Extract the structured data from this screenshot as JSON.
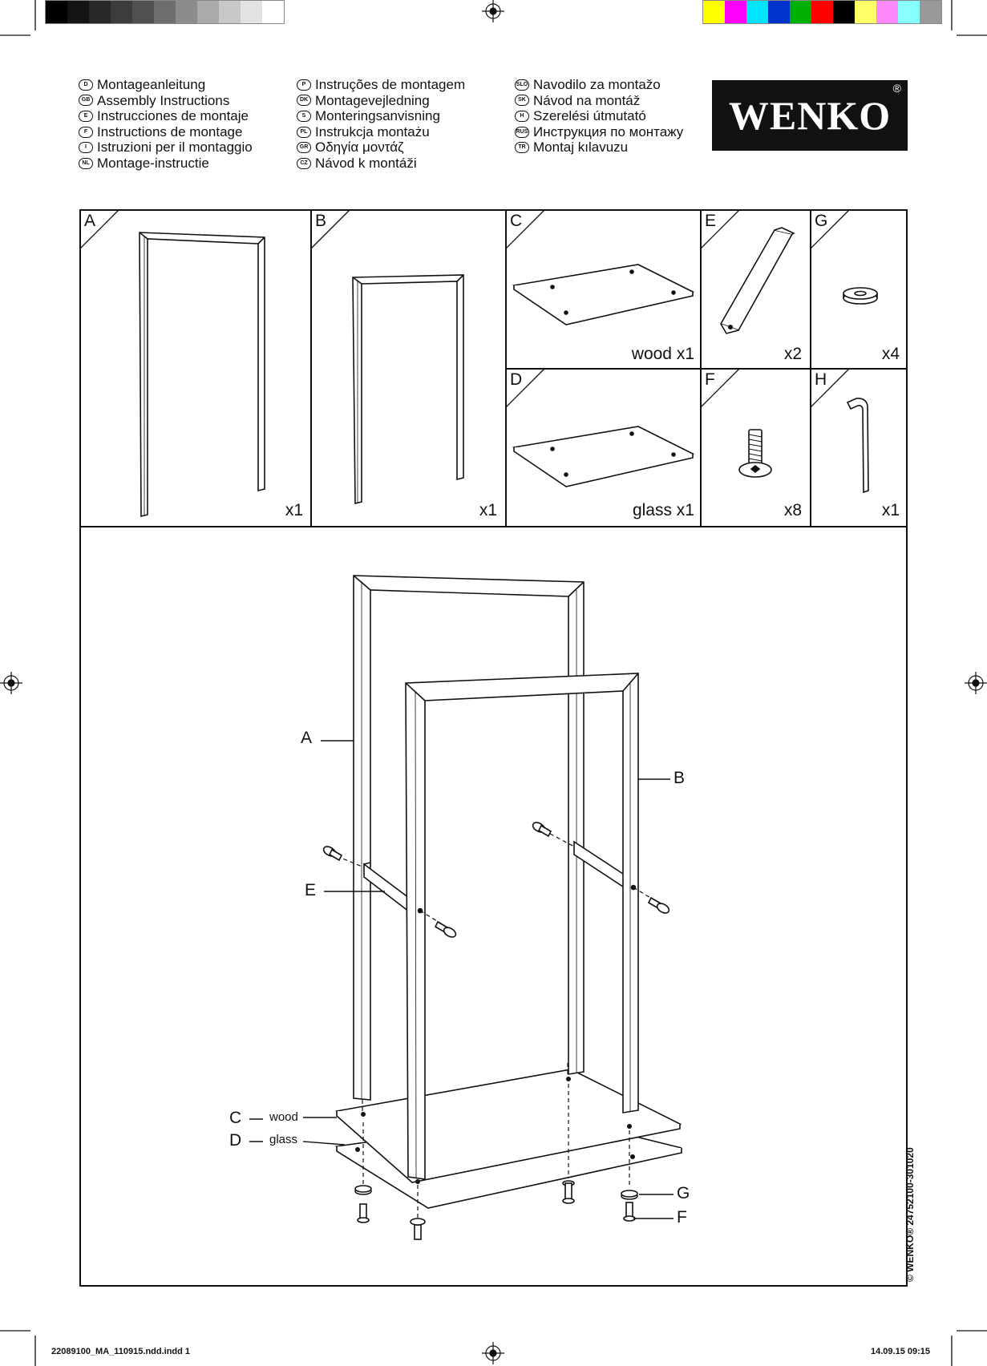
{
  "print_bars": {
    "gray_steps": [
      "#000000",
      "#141414",
      "#282828",
      "#3c3c3c",
      "#505050",
      "#6e6e6e",
      "#8c8c8c",
      "#aaaaaa",
      "#c8c8c8",
      "#e2e2e2",
      "#ffffff"
    ],
    "colors": [
      "#ffff00",
      "#ff00ff",
      "#00e5ff",
      "#0033cc",
      "#00b000",
      "#ff0000",
      "#000000",
      "#ffff66",
      "#ff88ff",
      "#88ffff",
      "#999999"
    ]
  },
  "languages": {
    "col1": [
      {
        "code": "D",
        "label": "Montageanleitung"
      },
      {
        "code": "GB",
        "label": "Assembly Instructions"
      },
      {
        "code": "E",
        "label": "Instrucciones de montaje"
      },
      {
        "code": "F",
        "label": "Instructions de montage"
      },
      {
        "code": "I",
        "label": "Istruzioni per il montaggio"
      },
      {
        "code": "NL",
        "label": "Montage-instructie"
      }
    ],
    "col2": [
      {
        "code": "P",
        "label": "Instruções de montagem"
      },
      {
        "code": "DK",
        "label": "Montagevejledning"
      },
      {
        "code": "S",
        "label": "Monteringsanvisning"
      },
      {
        "code": "PL",
        "label": "Instrukcja montażu"
      },
      {
        "code": "GR",
        "label": "Οδηγία μοντάζ"
      },
      {
        "code": "CZ",
        "label": "Návod k montáži"
      }
    ],
    "col3": [
      {
        "code": "SLO",
        "label": "Navodilo za montažo"
      },
      {
        "code": "SK",
        "label": "Návod na montáž"
      },
      {
        "code": "H",
        "label": "Szerelési útmutató"
      },
      {
        "code": "RUS",
        "label": "Инструкция по монтажу"
      },
      {
        "code": "TR",
        "label": "Montaj kılavuzu"
      }
    ]
  },
  "logo": {
    "text": "WENKO",
    "registered": "®"
  },
  "parts": {
    "A": {
      "letter": "A",
      "qty": "x1"
    },
    "B": {
      "letter": "B",
      "qty": "x1"
    },
    "C": {
      "letter": "C",
      "qty": "wood x1"
    },
    "D": {
      "letter": "D",
      "qty": "glass x1"
    },
    "E": {
      "letter": "E",
      "qty": "x2"
    },
    "F": {
      "letter": "F",
      "qty": "x8"
    },
    "G": {
      "letter": "G",
      "qty": "x4"
    },
    "H": {
      "letter": "H",
      "qty": "x1"
    }
  },
  "assembly": {
    "A": "A",
    "B": "B",
    "E": "E",
    "C": "C",
    "D": "D",
    "G": "G",
    "F": "F",
    "wood": "wood",
    "glass": "glass"
  },
  "side_code": "© WENKO® 24752100-301020",
  "footer": {
    "file": "22089100_MA_110915.ndd.indd   1",
    "date": "14.09.15   09:15"
  }
}
